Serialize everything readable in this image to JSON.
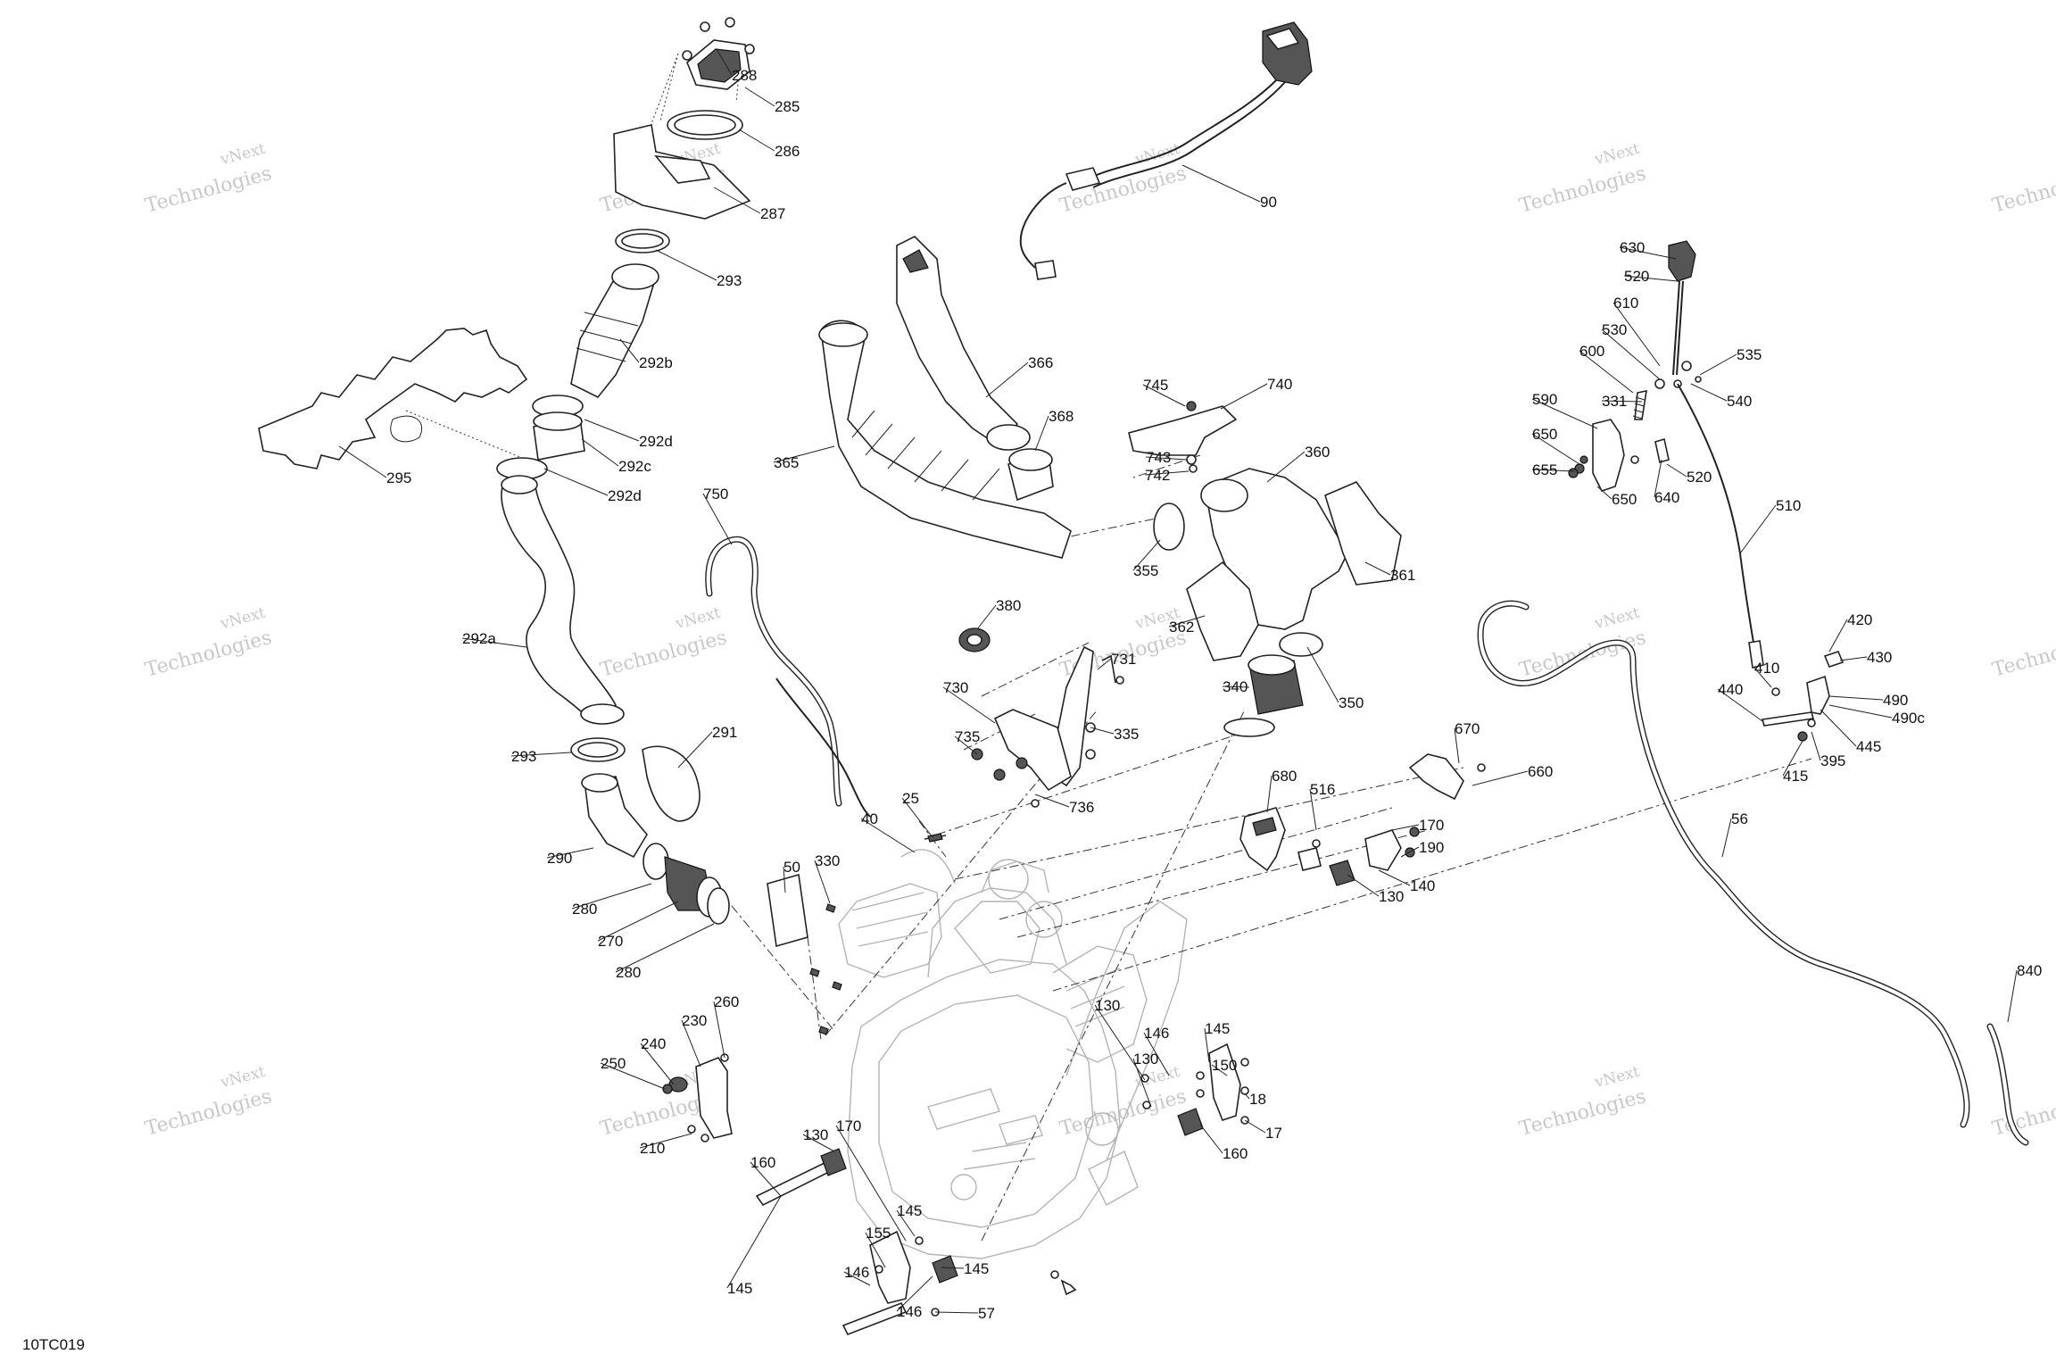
{
  "diagram": {
    "code": "10TC019",
    "watermark": {
      "line1": "vNext",
      "line2": "Technologies"
    },
    "callouts": [
      {
        "text": "288"
      },
      {
        "text": "285"
      },
      {
        "text": "286"
      },
      {
        "text": "287"
      },
      {
        "text": "293"
      },
      {
        "text": "292b"
      },
      {
        "text": "292d"
      },
      {
        "text": "292c"
      },
      {
        "text": "292d"
      },
      {
        "text": "295"
      },
      {
        "text": "292a"
      },
      {
        "text": "293"
      },
      {
        "text": "291"
      },
      {
        "text": "290"
      },
      {
        "text": "280"
      },
      {
        "text": "270"
      },
      {
        "text": "280"
      },
      {
        "text": "90"
      },
      {
        "text": "366"
      },
      {
        "text": "368"
      },
      {
        "text": "365"
      },
      {
        "text": "750"
      },
      {
        "text": "745"
      },
      {
        "text": "740"
      },
      {
        "text": "743"
      },
      {
        "text": "742"
      },
      {
        "text": "360"
      },
      {
        "text": "355"
      },
      {
        "text": "361"
      },
      {
        "text": "362"
      },
      {
        "text": "380"
      },
      {
        "text": "731"
      },
      {
        "text": "340"
      },
      {
        "text": "350"
      },
      {
        "text": "730"
      },
      {
        "text": "735"
      },
      {
        "text": "335"
      },
      {
        "text": "736"
      },
      {
        "text": "25"
      },
      {
        "text": "40"
      },
      {
        "text": "50"
      },
      {
        "text": "330"
      },
      {
        "text": "670"
      },
      {
        "text": "660"
      },
      {
        "text": "680"
      },
      {
        "text": "516"
      },
      {
        "text": "170"
      },
      {
        "text": "190"
      },
      {
        "text": "140"
      },
      {
        "text": "130"
      },
      {
        "text": "630"
      },
      {
        "text": "520"
      },
      {
        "text": "610"
      },
      {
        "text": "530"
      },
      {
        "text": "535"
      },
      {
        "text": "600"
      },
      {
        "text": "540"
      },
      {
        "text": "590"
      },
      {
        "text": "331"
      },
      {
        "text": "650"
      },
      {
        "text": "655"
      },
      {
        "text": "650"
      },
      {
        "text": "640"
      },
      {
        "text": "520"
      },
      {
        "text": "510"
      },
      {
        "text": "420"
      },
      {
        "text": "430"
      },
      {
        "text": "410"
      },
      {
        "text": "440"
      },
      {
        "text": "490"
      },
      {
        "text": "490c"
      },
      {
        "text": "445"
      },
      {
        "text": "395"
      },
      {
        "text": "415"
      },
      {
        "text": "56"
      },
      {
        "text": "840"
      },
      {
        "text": "260"
      },
      {
        "text": "230"
      },
      {
        "text": "240"
      },
      {
        "text": "250"
      },
      {
        "text": "210"
      },
      {
        "text": "130"
      },
      {
        "text": "160"
      },
      {
        "text": "145"
      },
      {
        "text": "155"
      },
      {
        "text": "146"
      },
      {
        "text": "146"
      },
      {
        "text": "57"
      },
      {
        "text": "170"
      },
      {
        "text": "145"
      },
      {
        "text": "130"
      },
      {
        "text": "145"
      },
      {
        "text": "150"
      },
      {
        "text": "146"
      },
      {
        "text": "130"
      },
      {
        "text": "18"
      },
      {
        "text": "17"
      },
      {
        "text": "160"
      },
      {
        "text": "145"
      }
    ]
  }
}
